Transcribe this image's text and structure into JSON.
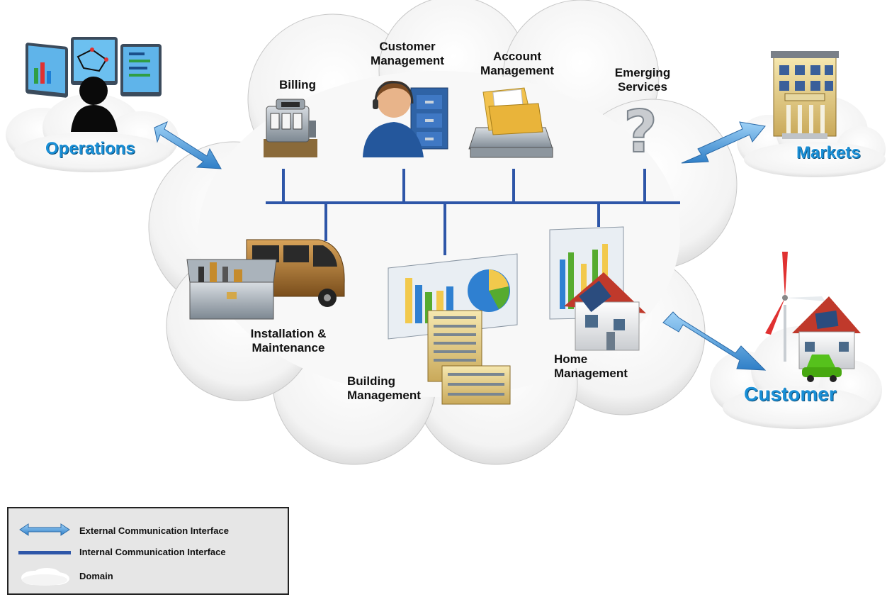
{
  "domains": {
    "operations": "Operations",
    "markets": "Markets",
    "customer": "Customer"
  },
  "services": {
    "billing": "Billing",
    "customer_management": "Customer\nManagement",
    "account_management": "Account\nManagement",
    "emerging_services": "Emerging\nServices",
    "installation_maintenance": "Installation &\nMaintenance",
    "building_management": "Building\nManagement",
    "home_management": "Home\nManagement"
  },
  "legend": {
    "external": "External Communication Interface",
    "internal": "Internal Communication Interface",
    "domain": "Domain"
  },
  "colors": {
    "bus": "#2e56a8",
    "arrow": "#5aa7e6",
    "domain_text": "#1a8fd6",
    "cloud": "#f2f2f2"
  }
}
